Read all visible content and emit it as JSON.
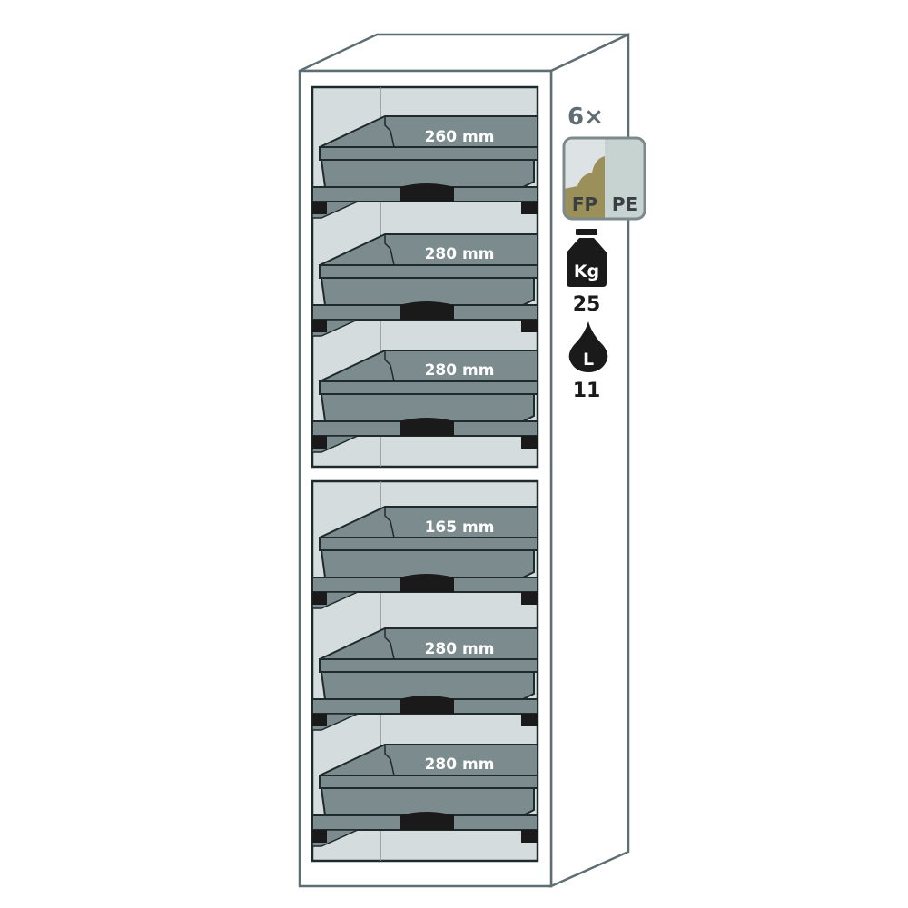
{
  "cabinet": {
    "description": "Safety storage cabinet with drawers",
    "upper_section": {
      "drawers": [
        {
          "label": "260 mm"
        },
        {
          "label": "280 mm"
        },
        {
          "label": "280 mm"
        }
      ]
    },
    "lower_section": {
      "drawers": [
        {
          "label": "165 mm"
        },
        {
          "label": "280 mm"
        },
        {
          "label": "280 mm"
        }
      ]
    }
  },
  "specs": {
    "quantity": "6×",
    "material_badge": {
      "left": "FP",
      "right": "PE"
    },
    "weight": {
      "unit": "Kg",
      "value": "25"
    },
    "volume": {
      "unit": "L",
      "value": "11"
    }
  },
  "colors": {
    "outline": "#5f6e73",
    "tray": "#7b8b8e",
    "interior": "#d5dcdd",
    "handle": "#1a1a1a",
    "fp_gold": "#9b8f5a",
    "pe_teal": "#c6d3d1"
  }
}
